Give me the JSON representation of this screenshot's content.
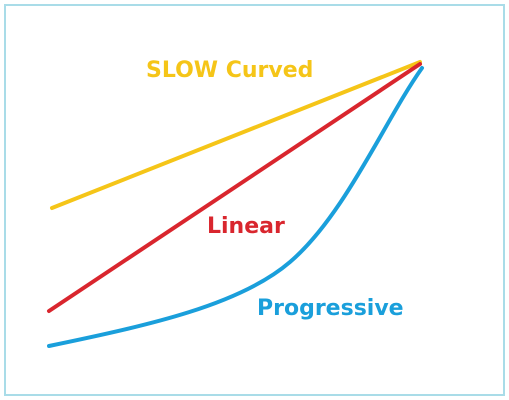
{
  "frame": {
    "border_color": "#a9dce8"
  },
  "curves": {
    "slow_curved": {
      "label": "SLOW Curved",
      "color": "#f5c518"
    },
    "linear": {
      "label": "Linear",
      "color": "#d9262e"
    },
    "progressive": {
      "label": "Progressive",
      "color": "#1a9fdb"
    }
  }
}
